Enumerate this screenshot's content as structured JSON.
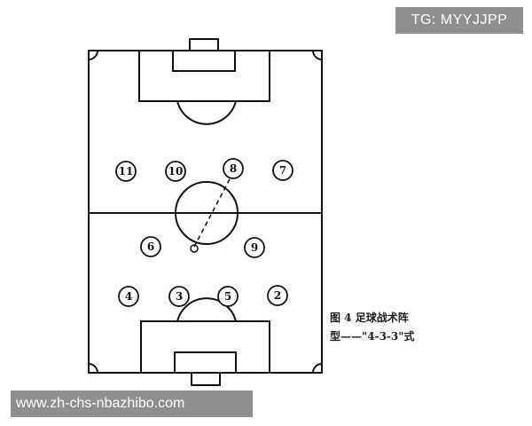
{
  "watermark_top": "TG: MYYJJPP",
  "watermark_bottom": "www.zh-chs-nbazhibo.com",
  "caption": {
    "line1": "图 4   足球战术阵",
    "line2": "型——\"4-3-3\"式"
  },
  "players": [
    "11",
    "10",
    "8",
    "7",
    "6",
    "9",
    "4",
    "3",
    "5",
    "2"
  ],
  "colors": {
    "line": "#111111",
    "watermark_bg": "#8f8f8f",
    "background": "#ffffff"
  }
}
